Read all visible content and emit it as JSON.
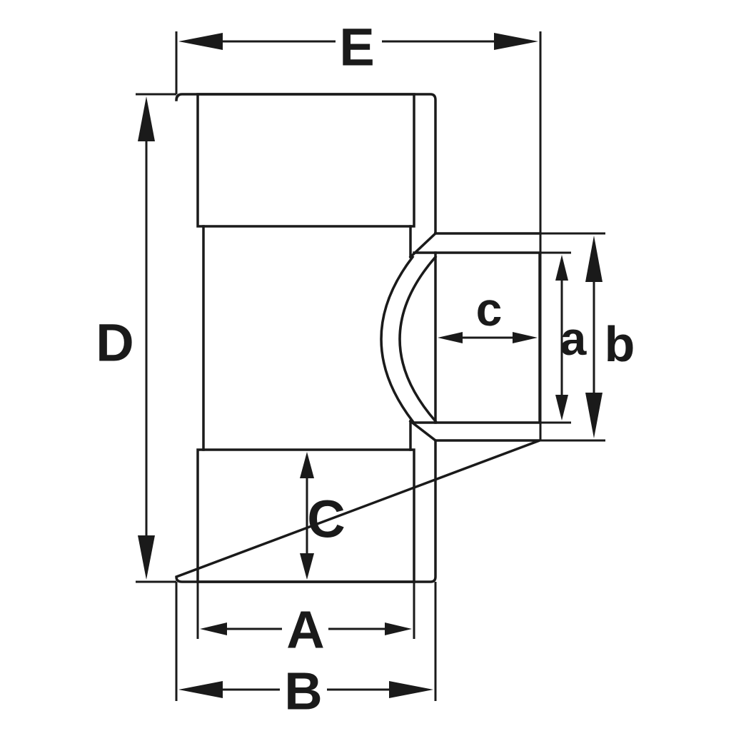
{
  "labels": {
    "E": "E",
    "D": "D",
    "A": "A",
    "B": "B",
    "C": "C",
    "c": "c",
    "a": "a",
    "b": "b"
  },
  "colors": {
    "ink": "#1a1a1a",
    "background": "#ffffff"
  }
}
